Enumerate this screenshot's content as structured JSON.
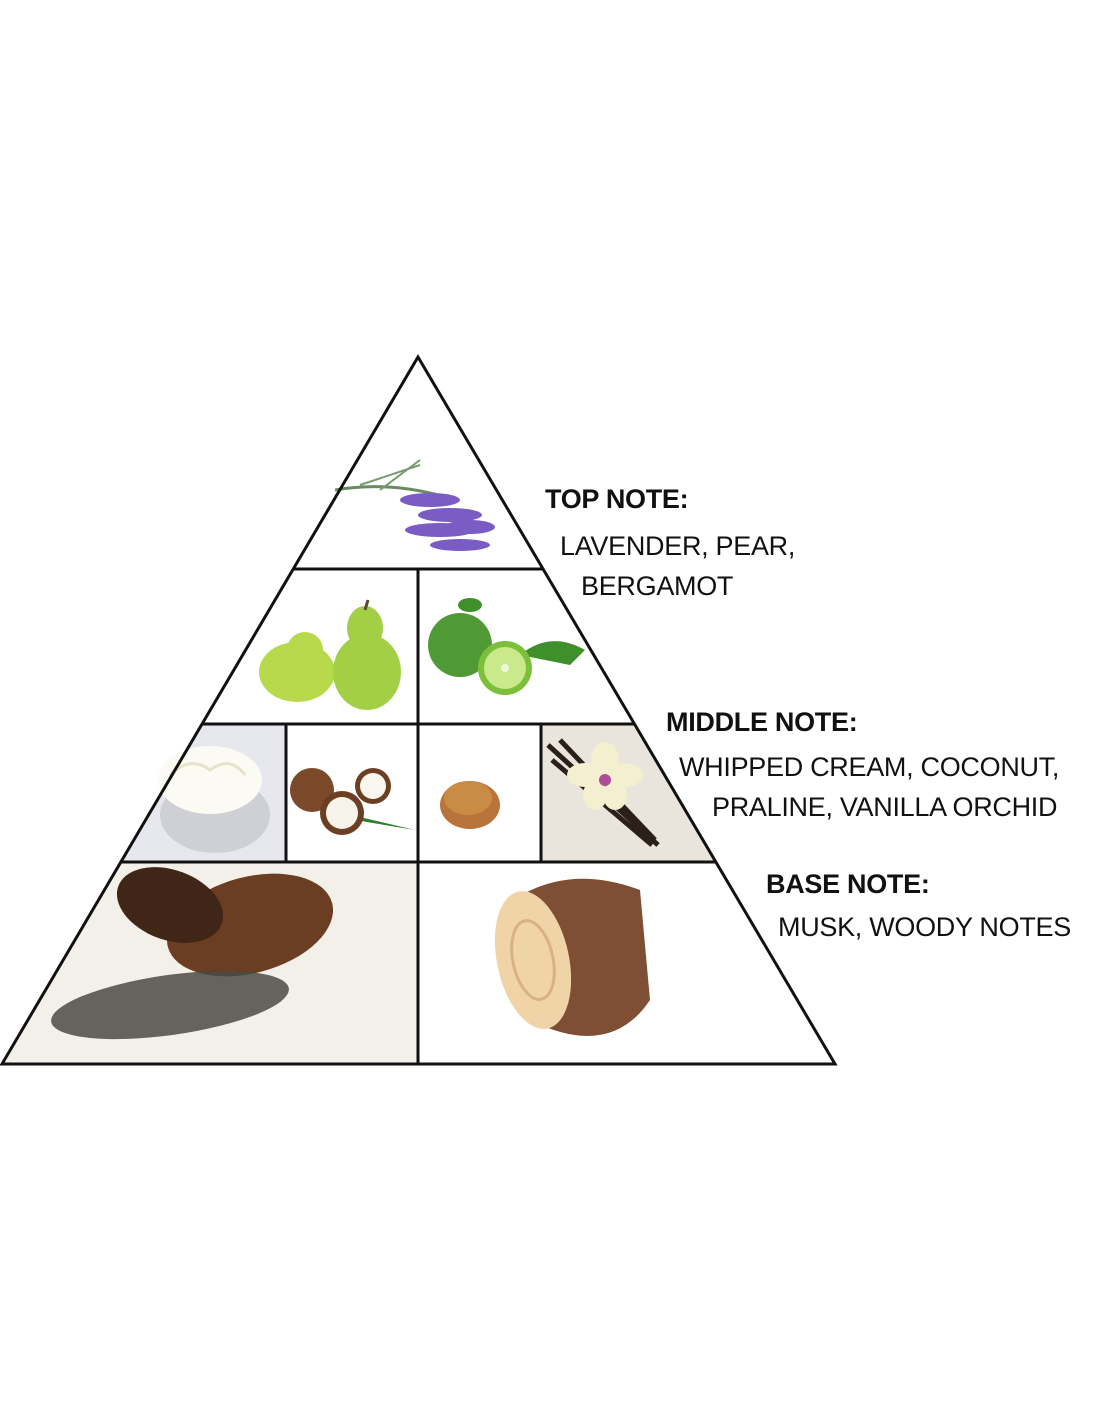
{
  "top_note": {
    "title": "TOP NOTE:",
    "line1": "LAVENDER, PEAR,",
    "line2": "BERGAMOT"
  },
  "middle_note": {
    "title": "MIDDLE NOTE:",
    "line1": "WHIPPED CREAM, COCONUT,",
    "line2": "PRALINE, VANILLA ORCHID"
  },
  "base_note": {
    "title": "BASE NOTE:",
    "line1": "MUSK, WOODY NOTES"
  },
  "images": [
    "lavender",
    "pear",
    "bergamot",
    "whipped-cream",
    "coconut",
    "praline",
    "vanilla-orchid",
    "musk",
    "wood-log"
  ],
  "colors": {
    "line": "#111111",
    "lavender": "#7a5cc4",
    "pear": "#a8d44a",
    "bergamot": "#5aa63a",
    "wood": "#8b5a3c"
  }
}
